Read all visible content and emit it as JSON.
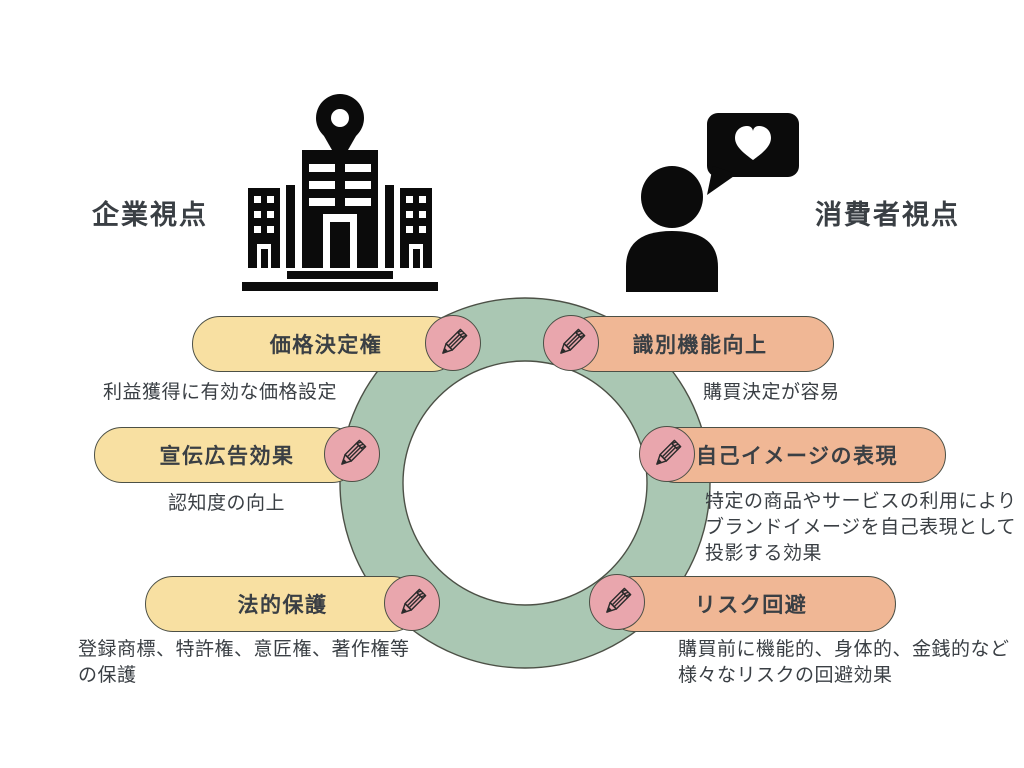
{
  "left_section": {
    "header": "企業視点",
    "items": [
      {
        "label": "価格決定権",
        "description": "利益獲得に有効な価格設定"
      },
      {
        "label": "宣伝広告効果",
        "description": "認知度の向上"
      },
      {
        "label": "法的保護",
        "description": "登録商標、特許権、意匠権、著作権等\nの保護"
      }
    ]
  },
  "right_section": {
    "header": "消費者視点",
    "items": [
      {
        "label": "識別機能向上",
        "description": "購買決定が容易"
      },
      {
        "label": "自己イメージの表現",
        "description": "特定の商品やサービスの利用により\nブランドイメージを自己表現として\n投影する効果"
      },
      {
        "label": "リスク回避",
        "description": "購買前に機能的、身体的、金銭的など\n様々なリスクの回避効果"
      }
    ]
  },
  "icons": {
    "left": "building-with-location-pin-icon",
    "right": "person-with-heart-speech-bubble-icon",
    "marker": "pencil-icon"
  },
  "colors": {
    "pill_left": "#F8E0A2",
    "pill_right": "#F0B795",
    "ring": "#AAC7B3",
    "pencil_circle": "#E9A6AD",
    "outline": "#4c5046",
    "text": "#3a3f44",
    "icon": "#0b0b0b",
    "bg": "#ffffff"
  }
}
